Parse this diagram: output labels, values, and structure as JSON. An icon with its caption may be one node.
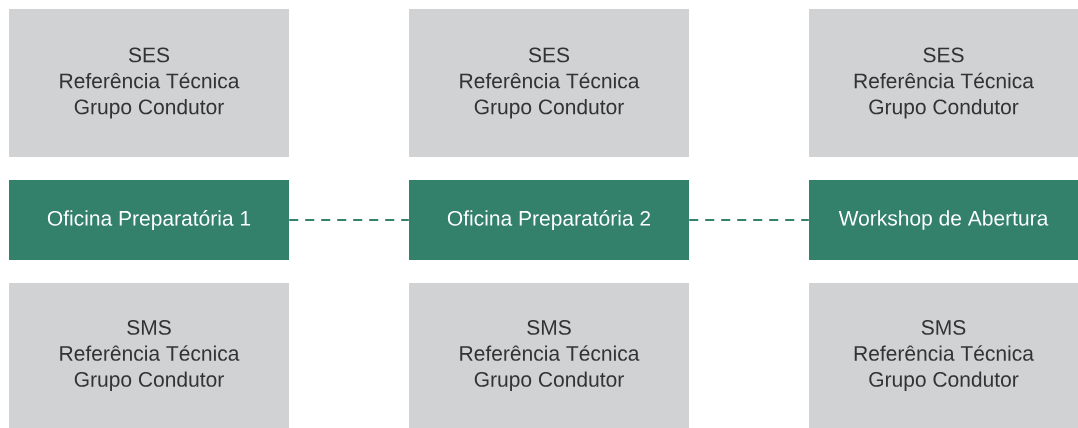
{
  "diagram": {
    "nodes": [
      {
        "text": [
          "SES",
          "Referência Técnica",
          "Grupo Condutor"
        ]
      },
      {
        "text": [
          "SES",
          "Referência Técnica",
          "Grupo Condutor"
        ]
      },
      {
        "text": [
          "SES",
          "Referência Técnica",
          "Grupo Condutor"
        ]
      },
      {
        "text": [
          "Oficina Preparatória 1"
        ]
      },
      {
        "text": [
          "Oficina Preparatória 2"
        ]
      },
      {
        "text": [
          "Workshop de Abertura"
        ]
      },
      {
        "text": [
          "SMS",
          "Referência Técnica",
          "Grupo Condutor"
        ]
      },
      {
        "text": [
          "SMS",
          "Referência Técnica",
          "Grupo Condutor"
        ]
      },
      {
        "text": [
          "SMS",
          "Referência Técnica",
          "Grupo Condutor"
        ]
      }
    ],
    "edges": [
      {
        "from": 3,
        "to": 4,
        "arrow": "none",
        "style": "dashed"
      },
      {
        "from": 4,
        "to": 5,
        "arrow": "none",
        "style": "dashed"
      }
    ]
  }
}
